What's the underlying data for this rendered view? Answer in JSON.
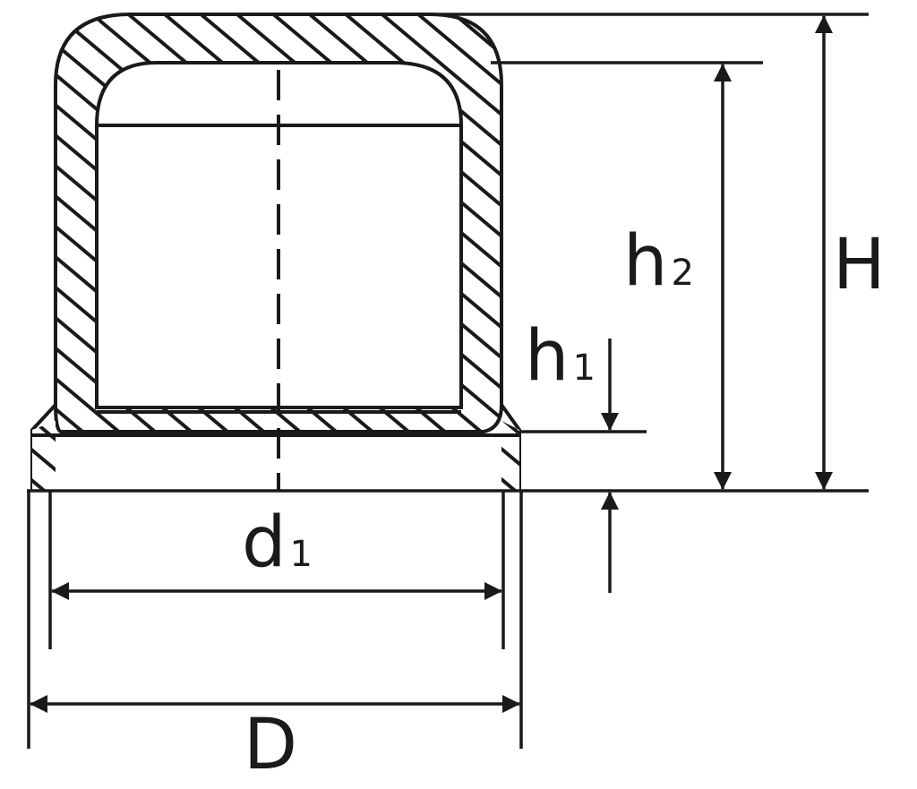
{
  "diagram": {
    "labels": {
      "H": "H",
      "h2_main": "h",
      "h2_sub": "2",
      "h1_main": "h",
      "h1_sub": "1",
      "d1_main": "d",
      "d1_sub": "1",
      "D": "D"
    },
    "colors": {
      "ink": "#1a1a1a",
      "background": "#ffffff"
    }
  }
}
